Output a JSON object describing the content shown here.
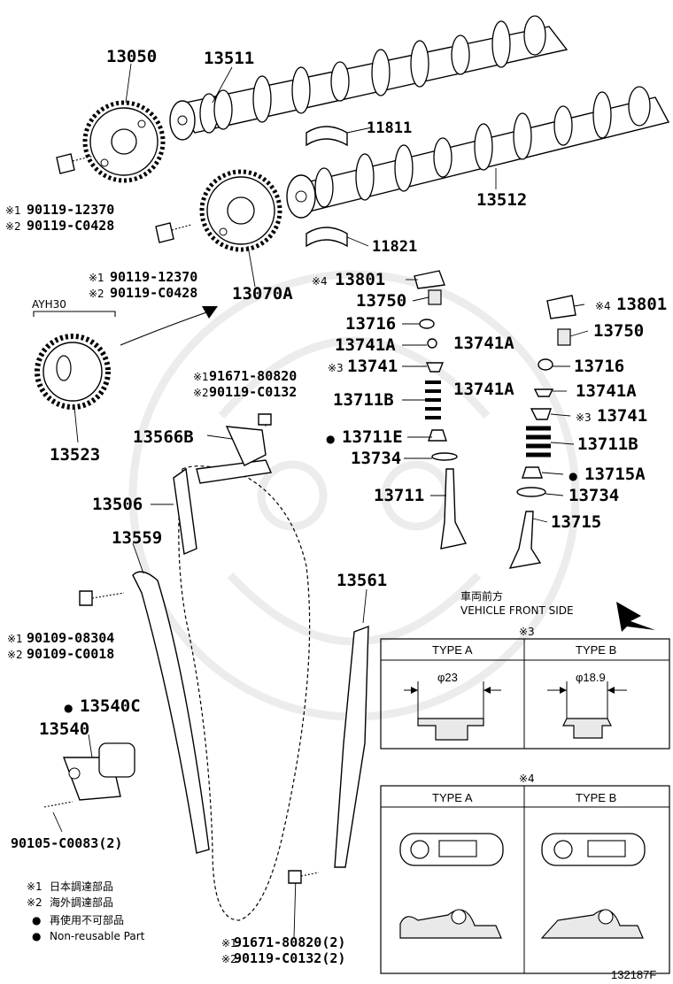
{
  "parts": {
    "p13050": "13050",
    "p13511": "13511",
    "p11811": "11811",
    "p13512": "13512",
    "p11821": "11821",
    "p13070a": "13070A",
    "p13523": "13523",
    "p13801_l": "13801",
    "p13750_l": "13750",
    "p13716_l": "13716",
    "p13741a_l1": "13741A",
    "p13741a_l2": "13741A",
    "p13741_l": "13741",
    "p13711b_l": "13711B",
    "p13711e": "13711E",
    "p13734_l": "13734",
    "p13711": "13711",
    "p13801_r": "13801",
    "p13750_r": "13750",
    "p13716_r": "13716",
    "p13741a_r1": "13741A",
    "p13741a_r2": "13741A",
    "p13741_r": "13741",
    "p13711b_r": "13711B",
    "p13715a": "13715A",
    "p13734_r": "13734",
    "p13715": "13715",
    "p13566b": "13566B",
    "p13506": "13506",
    "p13559": "13559",
    "p13561": "13561",
    "p13540c": "13540C",
    "p13540": "13540",
    "bolt_a1": "90119-12370",
    "bolt_a2": "90119-C0428",
    "bolt_b1": "90119-12370",
    "bolt_b2": "90119-C0428",
    "bolt_c1": "91671-80820",
    "bolt_c2": "90119-C0132",
    "bolt_d1": "90109-08304",
    "bolt_d2": "90109-C0018",
    "bolt_e": "90105-C0083(2)",
    "bolt_f1": "91671-80820(2)",
    "bolt_f2": "90119-C0132(2)"
  },
  "marks": {
    "m1": "※1",
    "m2": "※2",
    "m3": "※3",
    "m4": "※4",
    "dot": "●"
  },
  "engine_label": "AYH30",
  "vehicle_front": {
    "jp": "車両前方",
    "en": "VEHICLE FRONT SIDE"
  },
  "table3": {
    "mark": "※3",
    "type_a": "TYPE A",
    "type_b": "TYPE B",
    "dim_a": "φ23",
    "dim_b": "φ18.9"
  },
  "table4": {
    "mark": "※4",
    "type_a": "TYPE A",
    "type_b": "TYPE B"
  },
  "legend": {
    "l1": "日本調達部品",
    "l2": "海外調達部品",
    "l3": "再使用不可部品",
    "l4": "Non-reusable Part"
  },
  "figure_id": "132187F",
  "icons": [
    "arrow-icon",
    "bullet-dot-icon",
    "watermark-logo"
  ]
}
